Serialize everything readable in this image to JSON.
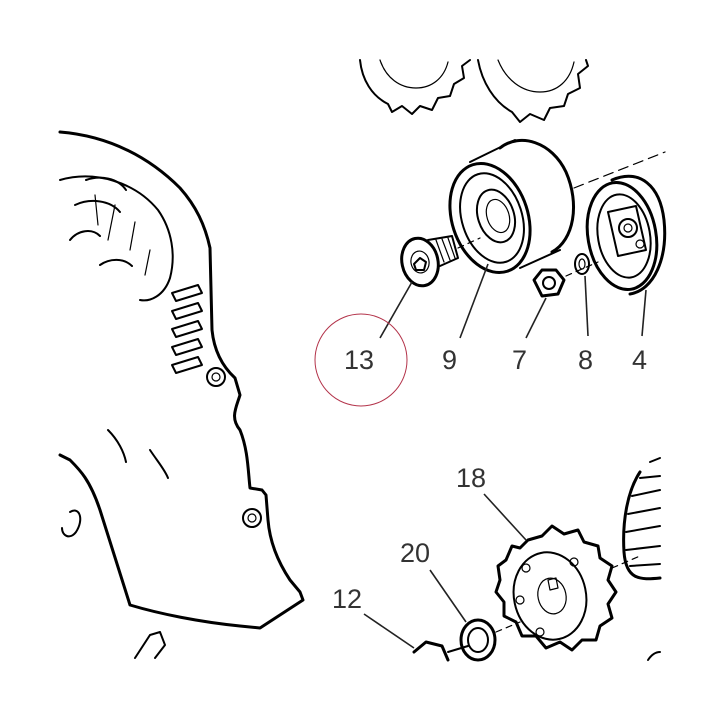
{
  "callouts": {
    "c13": "13",
    "c9": "9",
    "c7": "7",
    "c8": "8",
    "c4": "4",
    "c18": "18",
    "c20": "20",
    "c12": "12"
  },
  "highlight": {
    "target": "13",
    "color": "#b3334a"
  }
}
